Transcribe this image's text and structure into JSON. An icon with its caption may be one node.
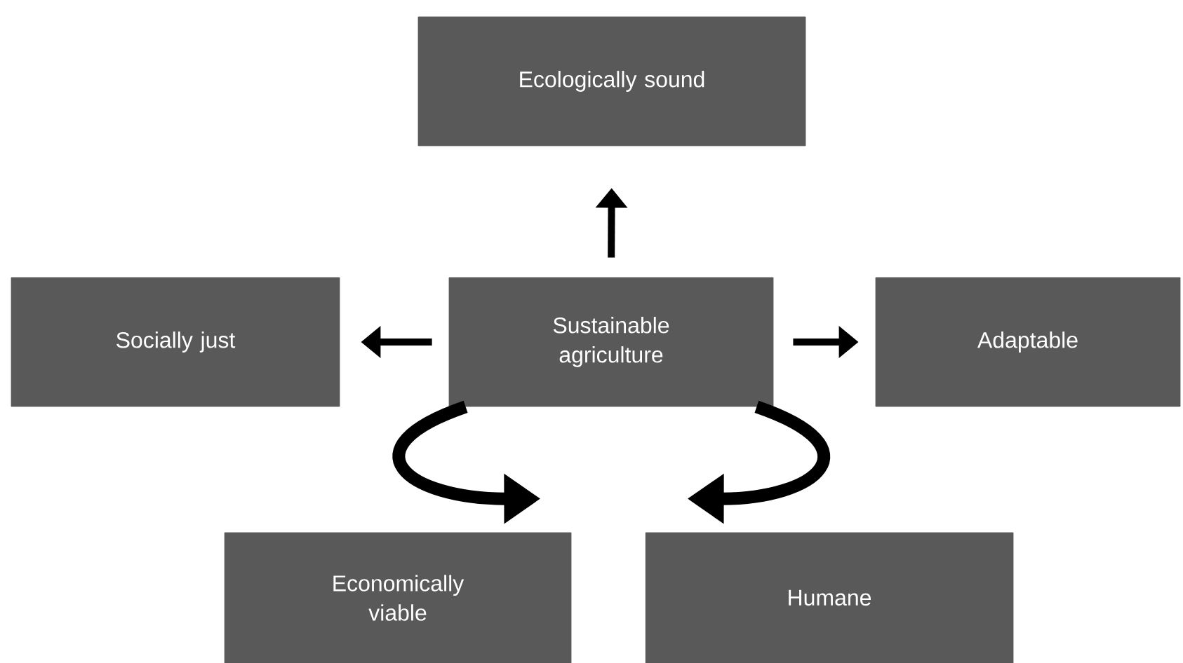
{
  "diagram": {
    "nodes": [
      {
        "text": [
          "Ecologically sound"
        ]
      },
      {
        "text": [
          "Sustainable agriculture"
        ]
      },
      {
        "text": [
          "Socially just"
        ]
      },
      {
        "text": [
          "Adaptable"
        ]
      },
      {
        "text": [
          "Economically viable"
        ]
      },
      {
        "text": [
          "Humane"
        ]
      }
    ],
    "edges": [
      {
        "from": 1,
        "to": 0,
        "arrow": "to"
      },
      {
        "from": 1,
        "to": 2,
        "arrow": "to"
      },
      {
        "from": 1,
        "to": 3,
        "arrow": "to"
      },
      {
        "from": 1,
        "to": 4,
        "arrow": "to",
        "style": "thick"
      },
      {
        "from": 1,
        "to": 5,
        "arrow": "to",
        "style": "thick"
      }
    ]
  }
}
